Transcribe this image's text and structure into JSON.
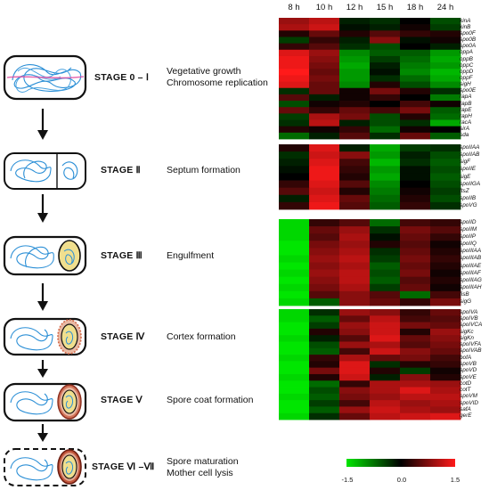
{
  "stages": [
    {
      "label": "STAGE 0 – Ⅰ",
      "description": [
        "Vegetative growth",
        "Chromosome replication"
      ]
    },
    {
      "label": "STAGE Ⅱ",
      "description": [
        "Septum formation"
      ]
    },
    {
      "label": "STAGE Ⅲ",
      "description": [
        "Engulfment"
      ]
    },
    {
      "label": "STAGE Ⅳ",
      "description": [
        "Cortex formation"
      ]
    },
    {
      "label": "STAGE Ⅴ",
      "description": [
        "Spore coat formation"
      ]
    },
    {
      "label": "STAGE Ⅵ –Ⅶ",
      "description": [
        "Spore maturation",
        "Mother cell lysis"
      ]
    }
  ],
  "chart_data": {
    "type": "heatmap",
    "columns": [
      "8 h",
      "10 h",
      "12 h",
      "15 h",
      "18 h",
      "24 h"
    ],
    "colorbar": {
      "min": -1.5,
      "max": 1.5,
      "ticks": [
        "-1.5",
        "0.0",
        "1.5"
      ],
      "low_color": "#00e600",
      "mid_color": "#000000",
      "high_color": "#ff1a1a"
    },
    "blocks": [
      {
        "rows": [
          "kinA",
          "kinB",
          "spo0F",
          "spo0B",
          "spo0A",
          "oppA",
          "oppB",
          "oppC",
          "oppD",
          "oppF",
          "sigH",
          "spo0E",
          "rapA",
          "rapB",
          "rapE",
          "rapH",
          "racA",
          "sirA",
          "sda"
        ],
        "values": [
          [
            0.9,
            1.1,
            -0.2,
            -0.3,
            0.0,
            -0.5
          ],
          [
            1.0,
            1.2,
            -0.1,
            -0.2,
            0.1,
            -0.4
          ],
          [
            0.2,
            0.6,
            0.2,
            0.5,
            0.3,
            0.2
          ],
          [
            -0.4,
            0.3,
            -0.2,
            0.8,
            -0.1,
            0.1
          ],
          [
            0.3,
            0.5,
            -0.3,
            -0.5,
            0.0,
            -0.2
          ],
          [
            1.3,
            0.9,
            -0.9,
            -0.6,
            -0.6,
            -1.0
          ],
          [
            1.4,
            0.8,
            -1.0,
            -0.4,
            -0.7,
            -1.1
          ],
          [
            1.4,
            0.7,
            -1.1,
            -0.2,
            -0.8,
            -1.0
          ],
          [
            1.5,
            0.6,
            -1.0,
            -0.1,
            -0.9,
            -1.2
          ],
          [
            1.4,
            0.7,
            -1.0,
            -0.3,
            -0.7,
            -1.1
          ],
          [
            1.3,
            0.6,
            -0.9,
            0.2,
            -0.5,
            -0.9
          ],
          [
            -0.3,
            0.6,
            0.1,
            0.7,
            0.2,
            -0.3
          ],
          [
            0.5,
            -0.2,
            0.1,
            0.3,
            0.0,
            -0.8
          ],
          [
            -0.5,
            0.1,
            0.2,
            0.0,
            0.4,
            0.1
          ],
          [
            0.6,
            0.3,
            0.6,
            0.4,
            0.7,
            -0.6
          ],
          [
            -0.4,
            1.0,
            0.7,
            -0.5,
            0.2,
            -0.7
          ],
          [
            -0.3,
            1.1,
            -0.2,
            -0.5,
            -0.3,
            -1.1
          ],
          [
            0.2,
            0.1,
            0.3,
            -0.7,
            0.1,
            0.0
          ],
          [
            -0.7,
            -0.2,
            0.5,
            -0.3,
            0.6,
            -0.6
          ]
        ]
      },
      {
        "rows": [
          "spoIIAA",
          "spoIIAB",
          "sigF",
          "spoIIE",
          "sigE",
          "spoIIGA",
          "ftsZ",
          "spoIIB",
          "spoVG"
        ],
        "values": [
          [
            0.2,
            1.3,
            -0.2,
            -1.1,
            -0.4,
            -0.3
          ],
          [
            -0.3,
            1.2,
            0.8,
            -1.0,
            -0.2,
            -0.5
          ],
          [
            -0.2,
            1.3,
            0.4,
            -1.2,
            -0.3,
            -0.6
          ],
          [
            -0.1,
            1.4,
            0.3,
            -1.0,
            -0.1,
            -0.5
          ],
          [
            0.0,
            1.4,
            0.2,
            -1.1,
            -0.1,
            -0.6
          ],
          [
            0.3,
            1.3,
            0.5,
            -0.9,
            0.0,
            -0.5
          ],
          [
            0.5,
            1.2,
            0.2,
            -0.8,
            0.1,
            -0.4
          ],
          [
            -0.2,
            1.3,
            0.6,
            -0.7,
            0.2,
            -0.5
          ],
          [
            0.3,
            1.4,
            0.5,
            -0.6,
            0.3,
            -0.3
          ]
        ]
      },
      {
        "rows": [
          "spoIID",
          "spoIIM",
          "spoIIP",
          "spoIIQ",
          "spoIIIAA",
          "spoIIIAB",
          "spoIIIAE",
          "spoIIIAF",
          "spoIIIAG",
          "spoIIIAH",
          "fisB",
          "sigG"
        ],
        "values": [
          [
            -1.4,
            0.3,
            0.5,
            -0.7,
            0.4,
            0.3
          ],
          [
            -1.4,
            0.6,
            0.9,
            -0.3,
            0.7,
            0.5
          ],
          [
            -1.4,
            0.5,
            1.0,
            -0.1,
            0.6,
            0.3
          ],
          [
            -1.5,
            0.7,
            0.9,
            0.2,
            0.5,
            0.1
          ],
          [
            -1.5,
            0.8,
            1.0,
            -0.3,
            0.6,
            0.2
          ],
          [
            -1.4,
            0.9,
            1.1,
            -0.4,
            0.7,
            0.3
          ],
          [
            -1.5,
            0.8,
            1.0,
            -0.6,
            0.6,
            0.2
          ],
          [
            -1.4,
            0.9,
            1.1,
            -0.5,
            0.7,
            0.1
          ],
          [
            -1.5,
            0.8,
            1.1,
            -0.6,
            0.5,
            0.2
          ],
          [
            -1.4,
            0.7,
            1.0,
            -0.4,
            0.6,
            0.1
          ],
          [
            -1.5,
            0.5,
            0.8,
            0.5,
            -0.7,
            0.4
          ],
          [
            -1.4,
            -0.6,
            0.8,
            0.6,
            0.3,
            0.7
          ]
        ]
      },
      {
        "rows": [
          "spoIVA",
          "spoIVB",
          "spoIVCA",
          "sigKc",
          "sigKn",
          "spoIVFA",
          "spoIVAB",
          "bofA",
          "spoVB",
          "spoVD",
          "spoVE",
          "cotD",
          "cotT",
          "spoVM",
          "spoVID",
          "safA",
          "gerE"
        ],
        "values": [
          [
            -1.4,
            -0.3,
            0.9,
            0.8,
            0.3,
            0.6
          ],
          [
            -1.4,
            -0.6,
            0.6,
            1.1,
            0.4,
            0.5
          ],
          [
            -1.5,
            -0.4,
            0.9,
            1.2,
            0.7,
            0.6
          ],
          [
            -1.5,
            0.2,
            0.8,
            1.2,
            0.2,
            0.9
          ],
          [
            -1.4,
            -0.2,
            0.5,
            1.3,
            0.6,
            0.8
          ],
          [
            -1.5,
            -0.5,
            0.9,
            1.0,
            0.5,
            0.7
          ],
          [
            -1.5,
            -0.6,
            0.4,
            1.2,
            0.8,
            0.6
          ],
          [
            -1.4,
            0.3,
            1.0,
            0.6,
            0.7,
            0.4
          ],
          [
            -1.5,
            0.2,
            1.3,
            -0.3,
            0.2,
            0.3
          ],
          [
            -1.5,
            0.7,
            1.3,
            0.2,
            -0.4,
            0.1
          ],
          [
            -1.4,
            0.2,
            1.2,
            -0.2,
            0.8,
            0.2
          ],
          [
            -1.5,
            -0.7,
            0.3,
            1.0,
            1.0,
            0.9
          ],
          [
            -1.5,
            -0.5,
            0.8,
            1.0,
            1.3,
            1.0
          ],
          [
            -1.4,
            -0.6,
            0.7,
            0.9,
            1.1,
            1.1
          ],
          [
            -1.5,
            -0.4,
            0.4,
            1.1,
            0.9,
            1.0
          ],
          [
            -1.5,
            -0.6,
            0.9,
            1.2,
            1.0,
            0.9
          ],
          [
            -1.4,
            -0.3,
            0.6,
            1.1,
            1.2,
            1.3
          ]
        ]
      }
    ]
  }
}
